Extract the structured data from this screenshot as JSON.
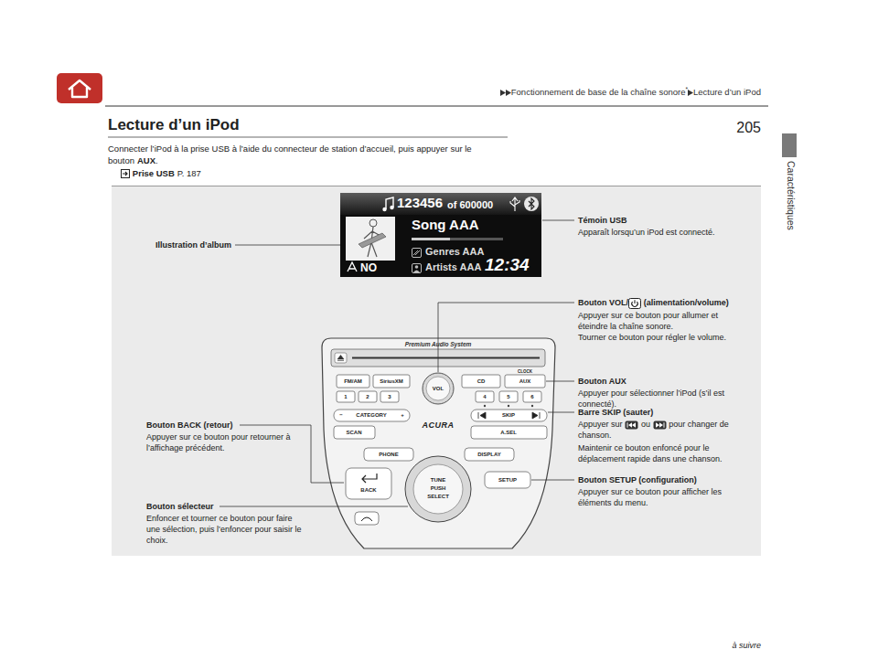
{
  "diagram": {
    "title": "Lecture d’un iPod",
    "nodes": [
      {
        "text": [
          "123456",
          "of 600000",
          "Song AAA",
          "Genres AAA",
          "Artists AAA",
          "NO",
          "12:34"
        ]
      }
    ],
    "labels": [
      "Fonctionnement de base de la chaîne sonore",
      "*",
      "Lecture d’un iPod",
      "205",
      "Caractéristiques",
      "Connecter l’iPod à la prise USB à l’aide du connecteur de station d’accueil, puis appuyer sur le bouton",
      "AUX",
      ".",
      "Prise USB",
      "P. 187",
      "Témoin USB",
      "Apparaît lorsqu’un iPod est connecté.",
      "Illustration d’album",
      "Bouton VOL/",
      "(alimentation/volume)",
      "Appuyer sur ce bouton pour allumer et éteindre la chaîne sonore.",
      "Tourner ce bouton pour régler le volume.",
      "Bouton AUX",
      "Appuyer pour sélectionner l’iPod (s’il est connecté).",
      "Barre SKIP (sauter)",
      "Appuyer sur",
      "ou",
      "pour changer de chanson.",
      "Maintenir ce bouton enfoncé pour le déplacement rapide dans une chanson.",
      "Bouton SETUP (configuration)",
      "Appuyer sur ce bouton pour afficher les éléments du menu.",
      "Bouton BACK (retour)",
      "Appuyer sur ce bouton pour retourner à l’affichage précédent.",
      "Bouton sélecteur",
      "Enfoncer et tourner ce bouton pour faire une sélection, puis l’enfoncer pour saisir le choix.",
      "à suivre",
      "Premium Audio System",
      "FM/AM",
      "SiriusXM",
      "CD",
      "AUX",
      "CLOCK",
      "1",
      "2",
      "3",
      "4",
      "5",
      "6",
      "VOL",
      "CATEGORY",
      "SCAN",
      "SKIP",
      "A.SEL",
      "ACURA",
      "PHONE",
      "DISPLAY",
      "BACK",
      "SETUP",
      "TUNE",
      "PUSH",
      "SELECT",
      "−",
      "+"
    ]
  }
}
